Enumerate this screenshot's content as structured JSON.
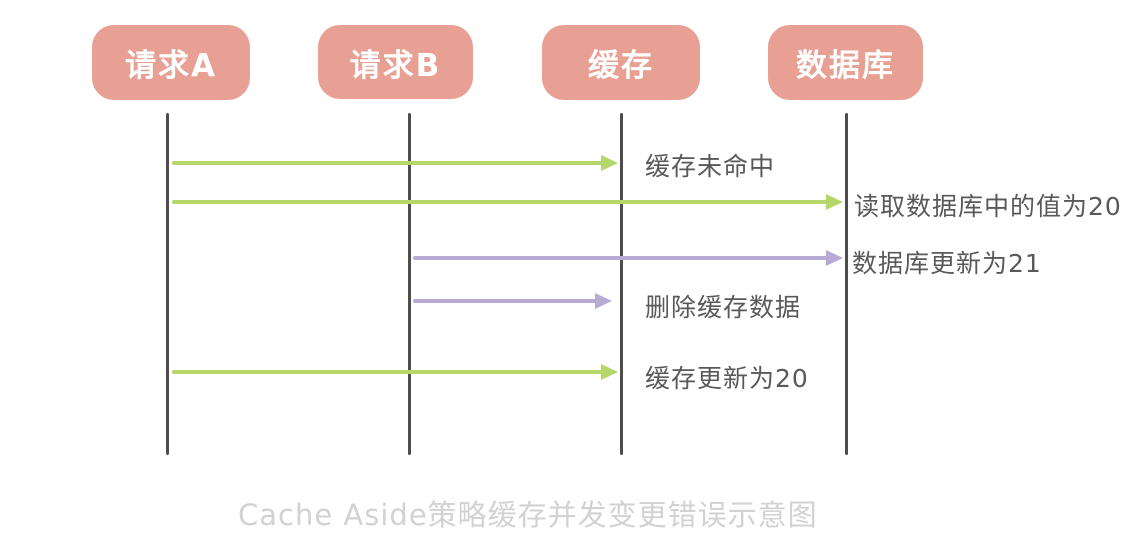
{
  "title": "Cache Aside策略缓存并发变更错误示意图",
  "colors": {
    "actor_fill": "#e8a094",
    "actor_text": "#ffffff",
    "lifeline": "#4d4d4d",
    "green_arrow": "#b5d76a",
    "purple_arrow": "#b7abd5",
    "label_text": "#595959",
    "caption_text": "#d2d2d2"
  },
  "actors": [
    {
      "id": "request-a",
      "label": "请求A"
    },
    {
      "id": "request-b",
      "label": "请求B"
    },
    {
      "id": "cache",
      "label": "缓存"
    },
    {
      "id": "database",
      "label": "数据库"
    }
  ],
  "messages": [
    {
      "from": "请求A",
      "to": "缓存",
      "color": "green",
      "label": "缓存未命中"
    },
    {
      "from": "请求A",
      "to": "数据库",
      "color": "green",
      "label": "读取数据库中的值为20"
    },
    {
      "from": "请求B",
      "to": "数据库",
      "color": "purple",
      "label": "数据库更新为21"
    },
    {
      "from": "请求B",
      "to": "缓存",
      "color": "purple",
      "label": "删除缓存数据"
    },
    {
      "from": "请求A",
      "to": "缓存",
      "color": "green",
      "label": "缓存更新为20"
    }
  ]
}
